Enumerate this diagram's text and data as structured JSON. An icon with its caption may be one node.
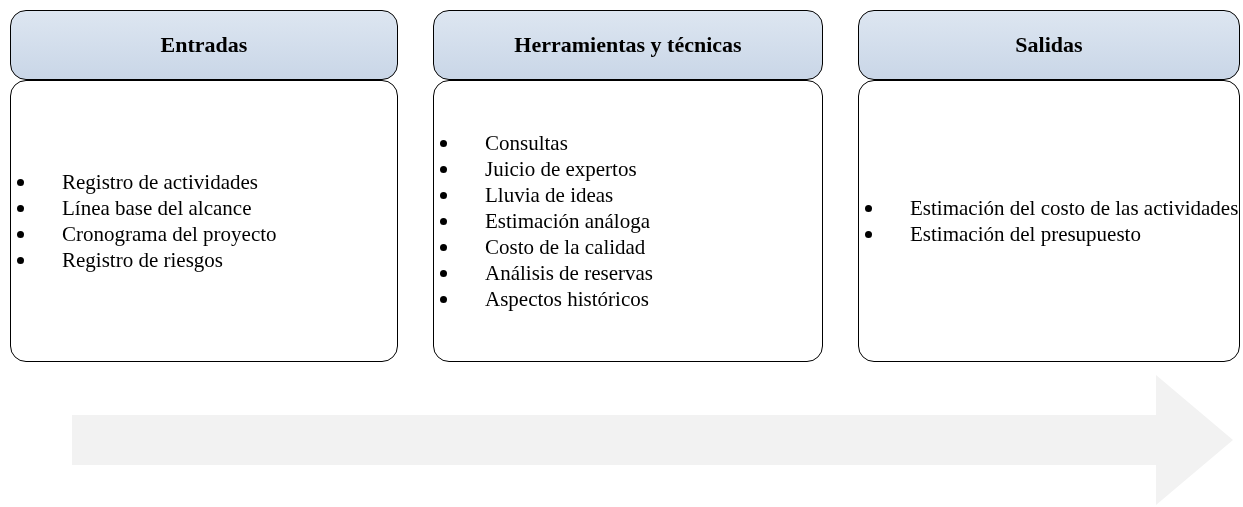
{
  "diagram": {
    "nodes": [
      {
        "text": [
          "Entradas"
        ]
      },
      {
        "text": [
          "Registro de actividades",
          "Línea base del alcance",
          "Cronograma del proyecto",
          "Registro de riesgos"
        ]
      },
      {
        "text": [
          "Herramientas y técnicas"
        ]
      },
      {
        "text": [
          "Consultas",
          "Juicio de expertos",
          "Lluvia de ideas",
          "Estimación análoga",
          "Costo de la calidad",
          "Análisis de reservas",
          "Aspectos históricos"
        ]
      },
      {
        "text": [
          "Salidas"
        ]
      },
      {
        "text": [
          "Estimación del costo de las actividades",
          "Estimación del presupuesto"
        ]
      }
    ]
  }
}
